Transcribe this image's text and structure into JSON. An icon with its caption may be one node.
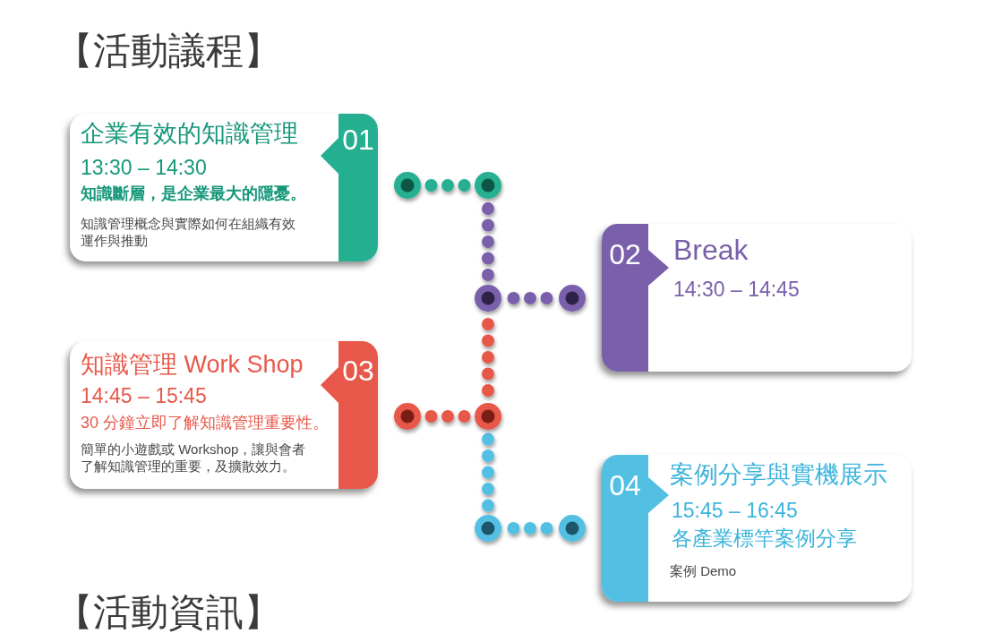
{
  "diagram": {
    "title": "【活動議程】",
    "nodes": [
      {
        "text": [
          "企業有效的知識管理",
          "01",
          "13:30 – 14:30",
          "知識斷層，是企業最大的隱憂。",
          "知識管理概念與實際如何在組織有效運作與推動"
        ]
      },
      {
        "text": [
          "02",
          "Break",
          "14:30 – 14:45"
        ]
      },
      {
        "text": [
          "知識管理 Work Shop",
          "03",
          "14:45 – 15:45",
          "30 分鐘立即了解知識管理重要性。",
          "簡單的小遊戲或 Workshop，讓與會者了解知識管理的重要，及擴散效力。"
        ]
      },
      {
        "text": [
          "04",
          "案例分享與實機展示",
          "15:45 – 16:45",
          "各產業標竿案例分享",
          "案例 Demo"
        ]
      }
    ],
    "edges": [
      {
        "from": 0,
        "to": 1,
        "arrow": "other",
        "style": "dashed",
        "color": "#7a60ab"
      },
      {
        "from": 1,
        "to": 2,
        "arrow": "other",
        "style": "dashed",
        "color": "#e8584a"
      },
      {
        "from": 2,
        "to": 3,
        "arrow": "other",
        "style": "dashed",
        "color": "#53c0e3"
      }
    ],
    "labels": [
      "【活動資訊】"
    ]
  }
}
